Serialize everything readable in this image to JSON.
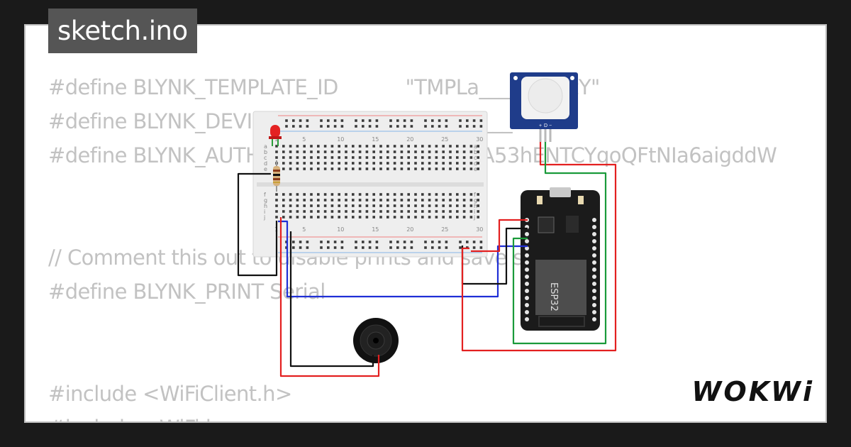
{
  "editor": {
    "filename": "sketch.ino",
    "code_lines": [
      "#define BLYNK_TEMPLATE_ID           \"TMPLa________zzY\"",
      "#define BLYNK_DEVICE_NAME         \"___ __ ____ect\"",
      "#define BLYNK_AUTH_TOKEN    \"___________A53hENTCYqoQFtNIa6aigddW",
      "",
      "// Comment this out to disable prints and save space",
      "#define BLYNK_PRINT Serial",
      "",
      "",
      "#include <WiFiClient.h>",
      "#include <WiFi.h>"
    ]
  },
  "circuit": {
    "breadboard": {
      "column_numbers": [
        "1",
        "5",
        "10",
        "15",
        "20",
        "25",
        "30"
      ],
      "row_letters_top": [
        "a",
        "b",
        "c",
        "d",
        "e"
      ],
      "row_letters_bottom": [
        "f",
        "g",
        "h",
        "i",
        "j"
      ]
    },
    "mcu_label": "ESP32",
    "pir_pins": [
      "+",
      "D",
      "−"
    ],
    "wire_colors": {
      "red": "#e32020",
      "black": "#111111",
      "blue": "#1f2fd6",
      "green": "#1a9a3a"
    }
  },
  "branding": {
    "logo": "WOKWi"
  }
}
